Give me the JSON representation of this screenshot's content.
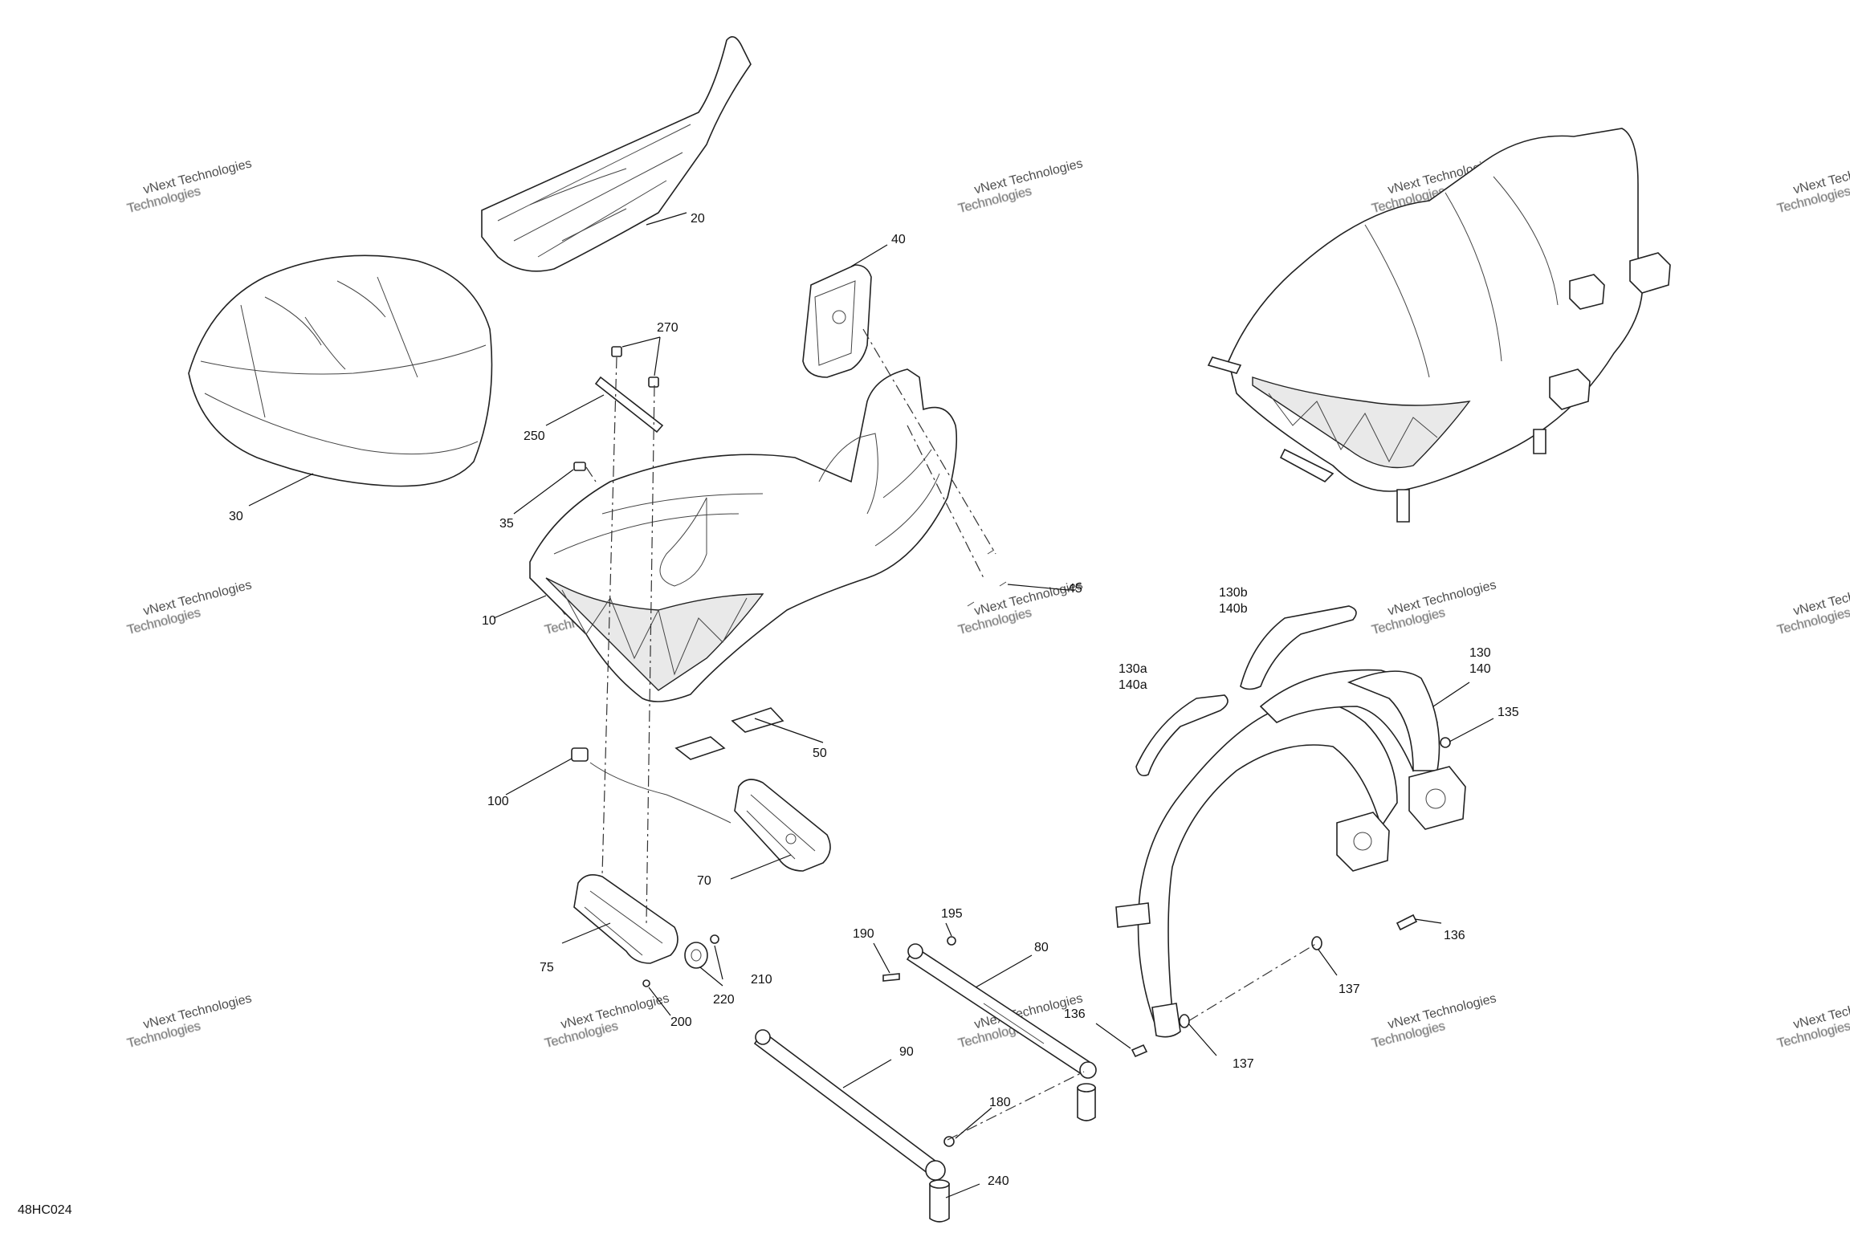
{
  "diagram_id": "48HC024",
  "watermark": {
    "line1": "vNext Technologies",
    "line2": "vNext",
    "line3": "Technologies"
  },
  "callouts": [
    {
      "id": "c20",
      "text": "20"
    },
    {
      "id": "c30",
      "text": "30"
    },
    {
      "id": "c40",
      "text": "40"
    },
    {
      "id": "c270",
      "text": "270"
    },
    {
      "id": "c250",
      "text": "250"
    },
    {
      "id": "c35",
      "text": "35"
    },
    {
      "id": "c10",
      "text": "10"
    },
    {
      "id": "c45",
      "text": "45"
    },
    {
      "id": "c130b",
      "text": "130b"
    },
    {
      "id": "c140b",
      "text": "140b"
    },
    {
      "id": "c130",
      "text": "130"
    },
    {
      "id": "c140",
      "text": "140"
    },
    {
      "id": "c130a",
      "text": "130a"
    },
    {
      "id": "c140a",
      "text": "140a"
    },
    {
      "id": "c135",
      "text": "135"
    },
    {
      "id": "c50",
      "text": "50"
    },
    {
      "id": "c100",
      "text": "100"
    },
    {
      "id": "c70",
      "text": "70"
    },
    {
      "id": "c195",
      "text": "195"
    },
    {
      "id": "c190",
      "text": "190"
    },
    {
      "id": "c80",
      "text": "80"
    },
    {
      "id": "c136a",
      "text": "136"
    },
    {
      "id": "c136b",
      "text": "136"
    },
    {
      "id": "c137a",
      "text": "137"
    },
    {
      "id": "c137b",
      "text": "137"
    },
    {
      "id": "c75",
      "text": "75"
    },
    {
      "id": "c210",
      "text": "210"
    },
    {
      "id": "c220",
      "text": "220"
    },
    {
      "id": "c200",
      "text": "200"
    },
    {
      "id": "c90",
      "text": "90"
    },
    {
      "id": "c180",
      "text": "180"
    },
    {
      "id": "c240",
      "text": "240"
    }
  ]
}
